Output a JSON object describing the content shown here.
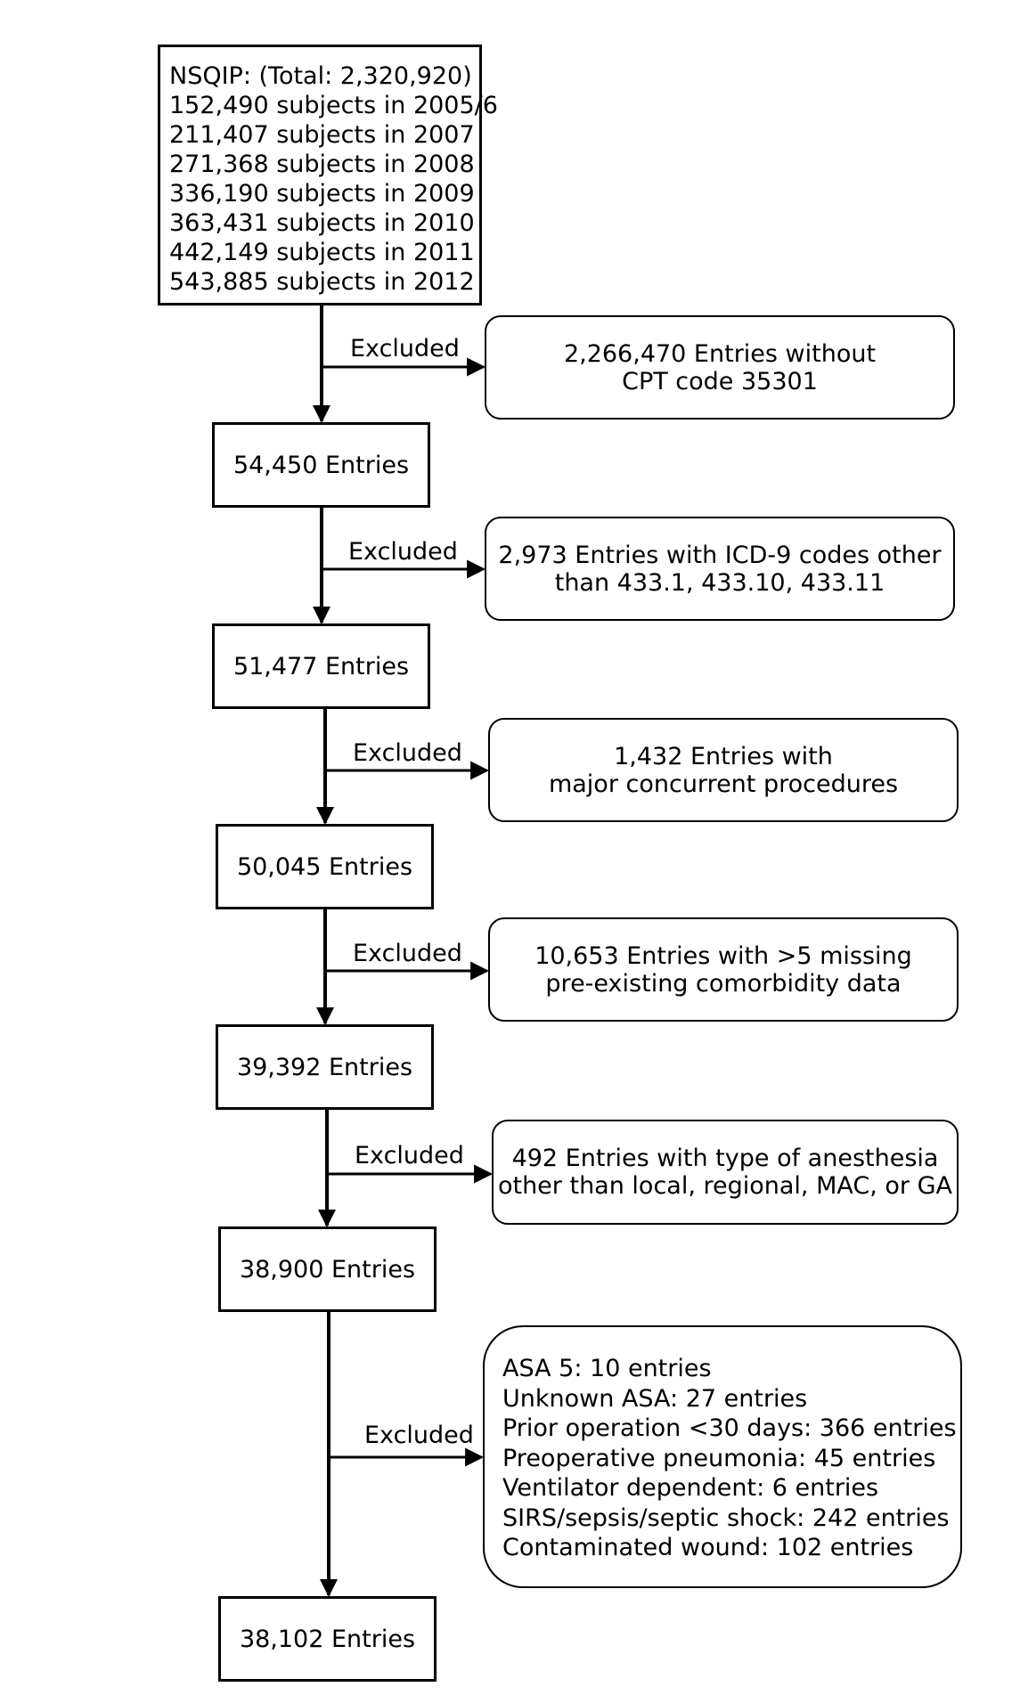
{
  "flow": {
    "start": {
      "lines": [
        "NSQIP: (Total: 2,320,920)",
        "152,490 subjects in 2005/6",
        "211,407 subjects in 2007",
        "271,368 subjects in 2008",
        "336,190 subjects in 2009",
        "363,431 subjects in 2010",
        "442,149 subjects in 2011",
        "543,885 subjects in 2012"
      ]
    },
    "steps": [
      {
        "excluded_label": "Excluded",
        "excluded_lines": [
          "2,266,470 Entries without",
          "CPT code 35301"
        ],
        "result": "54,450 Entries"
      },
      {
        "excluded_label": "Excluded",
        "excluded_lines": [
          "2,973 Entries with ICD-9 codes other",
          "than 433.1, 433.10, 433.11"
        ],
        "result": "51,477 Entries"
      },
      {
        "excluded_label": "Excluded",
        "excluded_lines": [
          "1,432 Entries with",
          "major concurrent procedures"
        ],
        "result": "50,045 Entries"
      },
      {
        "excluded_label": "Excluded",
        "excluded_lines": [
          "10,653 Entries with >5 missing",
          "pre-existing comorbidity data"
        ],
        "result": "39,392 Entries"
      },
      {
        "excluded_label": "Excluded",
        "excluded_lines": [
          "492 Entries with type of anesthesia",
          "other than local, regional, MAC, or GA"
        ],
        "result": "38,900 Entries"
      },
      {
        "excluded_label": "Excluded",
        "excluded_lines": [
          "ASA 5: 10 entries",
          "Unknown ASA: 27 entries",
          "Prior operation <30 days: 366 entries",
          "Preoperative pneumonia: 45 entries",
          "Ventilator dependent: 6 entries",
          "SIRS/sepsis/septic shock: 242 entries",
          "Contaminated wound: 102 entries"
        ],
        "result": "38,102 Entries"
      }
    ]
  }
}
